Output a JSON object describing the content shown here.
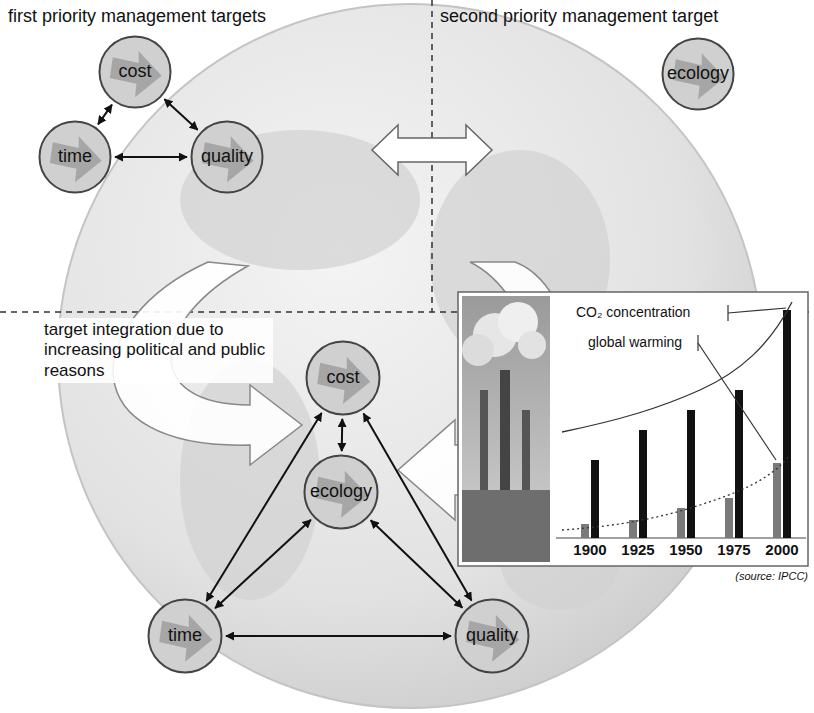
{
  "diagram": {
    "nodes": [
      {
        "text": [
          "cost"
        ]
      },
      {
        "text": [
          "time"
        ]
      },
      {
        "text": [
          "quality"
        ]
      },
      {
        "text": [
          "ecology"
        ]
      },
      {
        "text": [
          "cost"
        ]
      },
      {
        "text": [
          "ecology"
        ]
      },
      {
        "text": [
          "time"
        ]
      },
      {
        "text": [
          "quality"
        ]
      }
    ],
    "edges": [
      {
        "from": 0,
        "to": 1,
        "arrow": "both"
      },
      {
        "from": 0,
        "to": 2,
        "arrow": "both"
      },
      {
        "from": 1,
        "to": 2,
        "arrow": "both"
      },
      {
        "from": 4,
        "to": 5,
        "arrow": "both"
      },
      {
        "from": 4,
        "to": 6,
        "arrow": "both"
      },
      {
        "from": 4,
        "to": 7,
        "arrow": "both"
      },
      {
        "from": 5,
        "to": 6,
        "arrow": "both"
      },
      {
        "from": 5,
        "to": 7,
        "arrow": "both"
      },
      {
        "from": 6,
        "to": 7,
        "arrow": "both"
      }
    ],
    "labels": [
      "first priority management targets",
      "second priority management target",
      "target integration due to increasing political and public reasons",
      "CO₂ concentration",
      "global warming",
      "1900",
      "1925",
      "1950",
      "1975",
      "2000",
      "(source: IPCC)"
    ]
  }
}
